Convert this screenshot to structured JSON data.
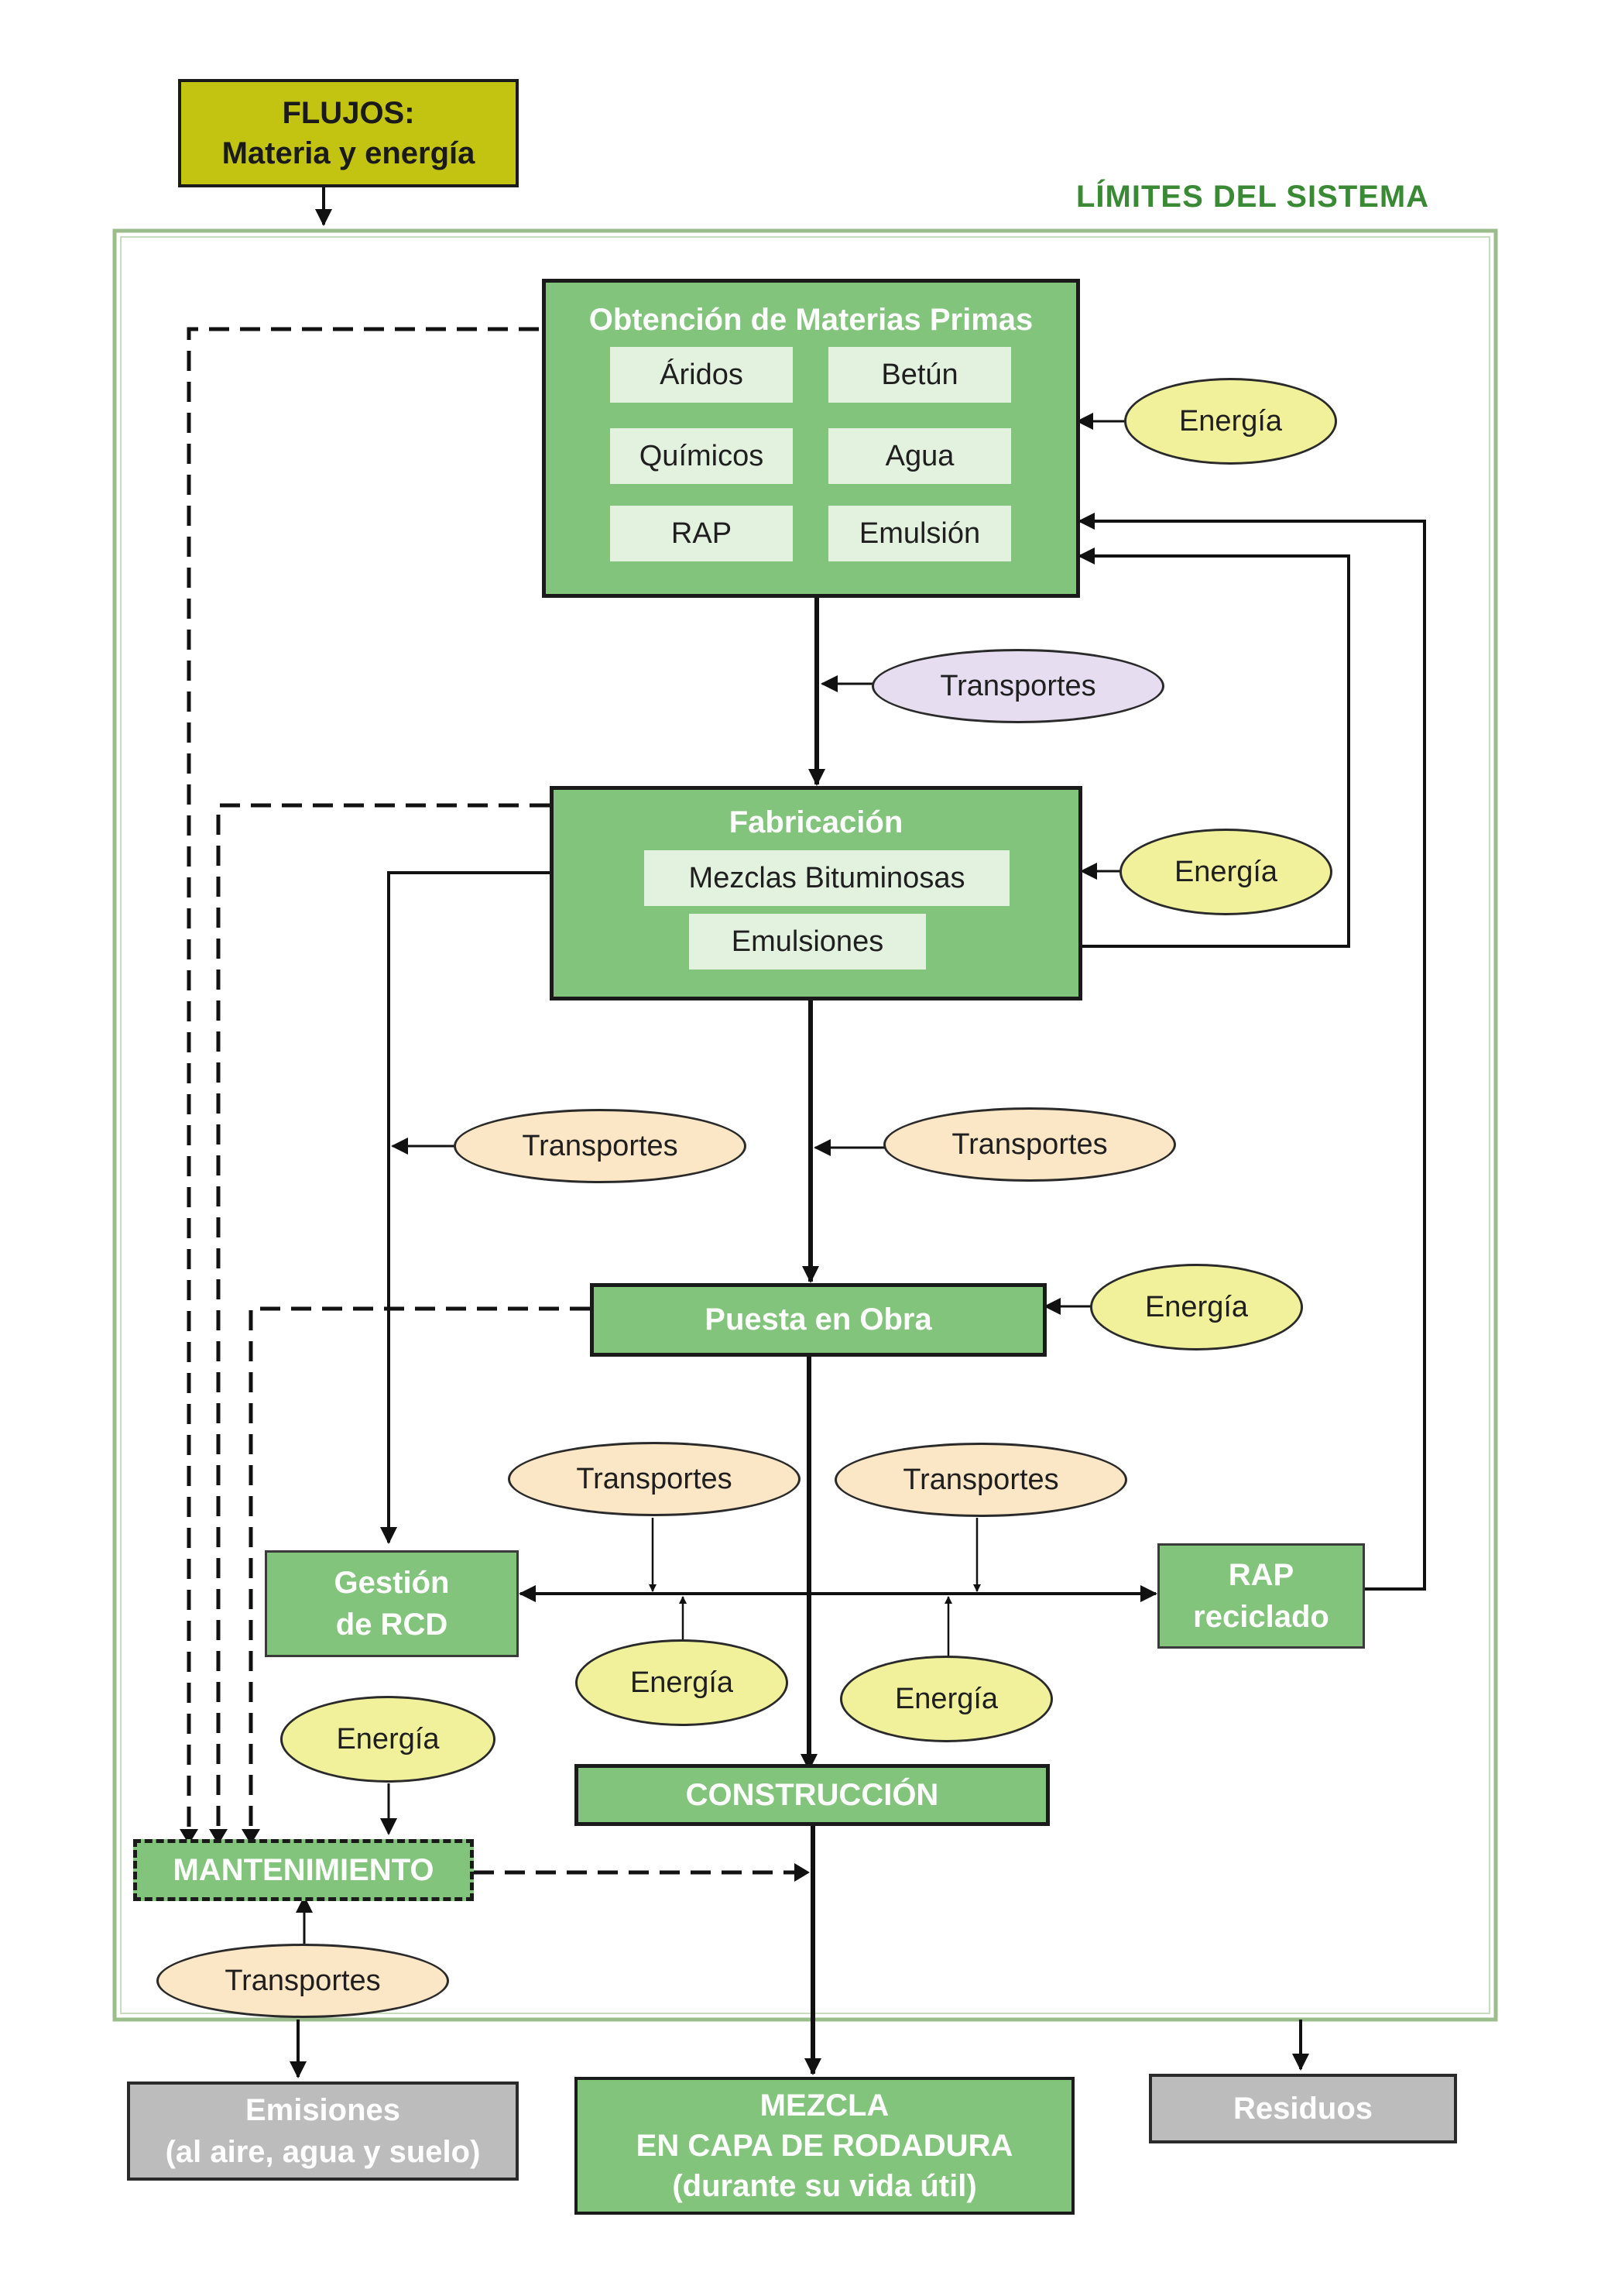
{
  "flujos": {
    "line1": "FLUJOS:",
    "line2": "Materia y energía"
  },
  "system_limits": "LÍMITES DEL SISTEMA",
  "raw_materials": {
    "title": "Obtención de Materias Primas",
    "items": [
      "Áridos",
      "Betún",
      "Químicos",
      "Agua",
      "RAP",
      "Emulsión"
    ]
  },
  "fabrication": {
    "title": "Fabricación",
    "items": [
      "Mezclas Bituminosas",
      "Emulsiones"
    ]
  },
  "installation": {
    "title": "Puesta en Obra"
  },
  "rcd": {
    "line1": "Gestión",
    "line2": "de RCD"
  },
  "rap_recycled": {
    "line1": "RAP",
    "line2": "reciclado"
  },
  "construction": {
    "title": "CONSTRUCCIÓN"
  },
  "maintenance": {
    "title": "MANTENIMIENTO"
  },
  "emissions": {
    "line1": "Emisiones",
    "line2": "(al aire, agua y suelo)"
  },
  "mixture": {
    "line1": "MEZCLA",
    "line2": "EN CAPA DE RODADURA",
    "line3": "(durante su vida útil)"
  },
  "waste": {
    "title": "Residuos"
  },
  "ovals": {
    "energy": "Energía",
    "transport": "Transportes"
  },
  "colors": {
    "box_green": "#83c47c",
    "flujos_olive": "#c3c311",
    "limits_green": "#3a8a35",
    "energy_yellow": "#f1f19c",
    "transport_peach": "#fbe6c6",
    "transport_lilac": "#e6ddf1",
    "output_gray": "#bcbcbc"
  }
}
